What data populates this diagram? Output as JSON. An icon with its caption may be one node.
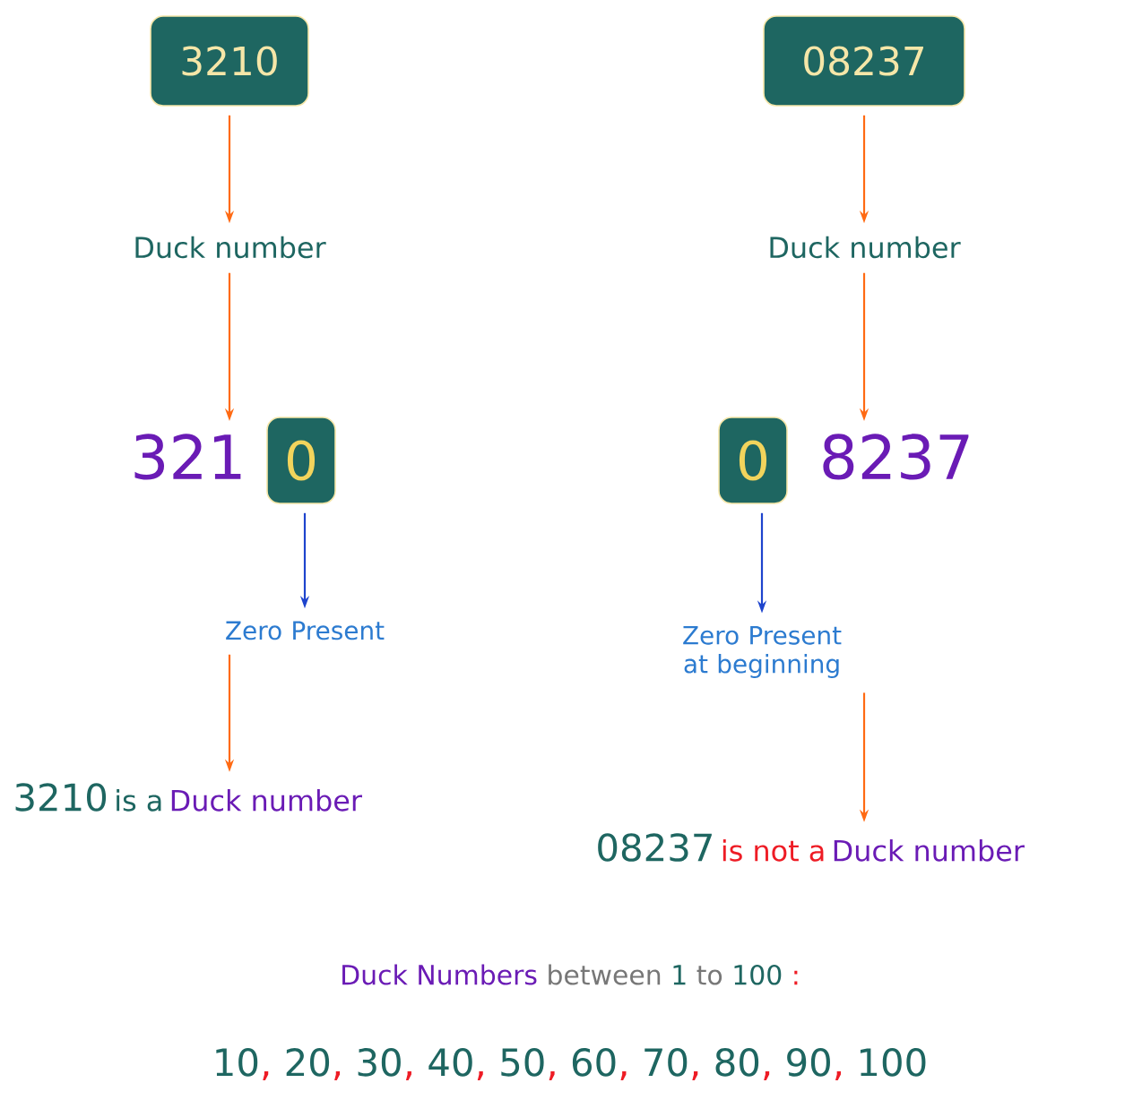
{
  "diagram": {
    "nodes": [
      {
        "text": [
          "3210"
        ]
      },
      {
        "text": [
          "Duck number"
        ]
      },
      {
        "text": [
          "321"
        ]
      },
      {
        "text": [
          "0"
        ]
      },
      {
        "text": [
          "Zero Present"
        ]
      },
      {
        "text": [
          "3210",
          "is a",
          "Duck number"
        ]
      },
      {
        "text": [
          "08237"
        ]
      },
      {
        "text": [
          "Duck number"
        ]
      },
      {
        "text": [
          "0"
        ]
      },
      {
        "text": [
          "8237"
        ]
      },
      {
        "text": [
          "Zero Present at beginning"
        ]
      },
      {
        "text": [
          "08237",
          "is not a",
          "Duck number"
        ]
      }
    ],
    "edges": [
      {
        "from": 0,
        "to": 1,
        "arrow": "to"
      },
      {
        "from": 1,
        "to": 2,
        "arrow": "to"
      },
      {
        "from": 3,
        "to": 4,
        "arrow": "to",
        "color": "#2040c8"
      },
      {
        "from": 4,
        "to": 5,
        "arrow": "to"
      },
      {
        "from": 6,
        "to": 7,
        "arrow": "to"
      },
      {
        "from": 7,
        "to": 9,
        "arrow": "to"
      },
      {
        "from": 8,
        "to": 10,
        "arrow": "to",
        "color": "#2040c8"
      },
      {
        "from": 10,
        "to": 11,
        "arrow": "to"
      }
    ],
    "labels": [
      "Duck Numbers",
      "between",
      "1",
      "to",
      "100",
      ":",
      "10",
      ",",
      "20",
      ",",
      "30",
      ",",
      "40",
      ",",
      "50",
      ",",
      "60",
      ",",
      "70",
      ",",
      "80",
      ",",
      "90",
      ",",
      "100"
    ]
  }
}
